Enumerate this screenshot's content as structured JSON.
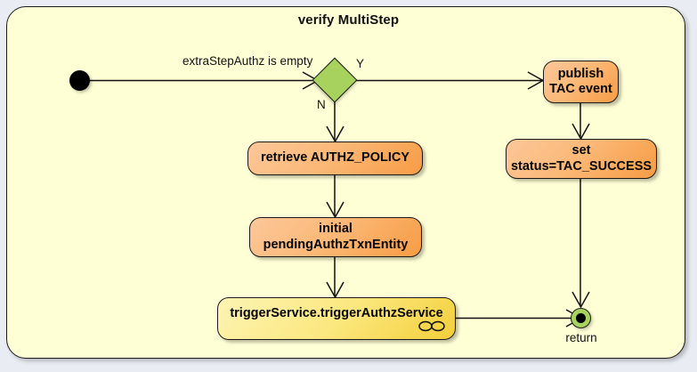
{
  "diagram": {
    "title": "verify MultiStep",
    "type": "uml-activity-diagram",
    "colors": {
      "page_background": "#e9ecf3",
      "frame_background": "#ffffd6",
      "frame_border": "#1b1b1b",
      "activity_fill_light": "#fcc79a",
      "activity_fill_dark": "#f79c45",
      "call_activity_fill_light": "#fdf4b4",
      "call_activity_fill_dark": "#f3cf3a",
      "decision_fill": "#a8d25e",
      "end_node_fill": "#a8d25e",
      "start_node_fill": "#000000",
      "edge_stroke": "#111111"
    }
  },
  "nodes": {
    "start": {
      "name": "start-node",
      "kind": "initial-node"
    },
    "decision": {
      "name": "decision-node",
      "kind": "decision",
      "guard_label": "extraStepAuthz is empty"
    },
    "retrieve_policy": {
      "name": "retrieve-authz-policy",
      "kind": "action",
      "label": "retrieve AUTHZ_POLICY"
    },
    "initial_pending": {
      "name": "initial-pending-authz-txn-entity",
      "kind": "action",
      "label": "initial\npendingAuthzTxnEntity"
    },
    "trigger_service": {
      "name": "trigger-authz-service",
      "kind": "call-behavior-action",
      "label": "triggerService.triggerAuthzService",
      "icon": "link-icon"
    },
    "publish_tac": {
      "name": "publish-tac-event",
      "kind": "action",
      "label": "publish\nTAC event"
    },
    "set_status": {
      "name": "set-status-tac-success",
      "kind": "action",
      "label": "set\nstatus=TAC_SUCCESS"
    },
    "end": {
      "name": "end-node",
      "kind": "final-node",
      "caption": "return"
    }
  },
  "edges": {
    "guard_condition": "extraStepAuthz is empty",
    "yes_label": "Y",
    "no_label": "N"
  }
}
